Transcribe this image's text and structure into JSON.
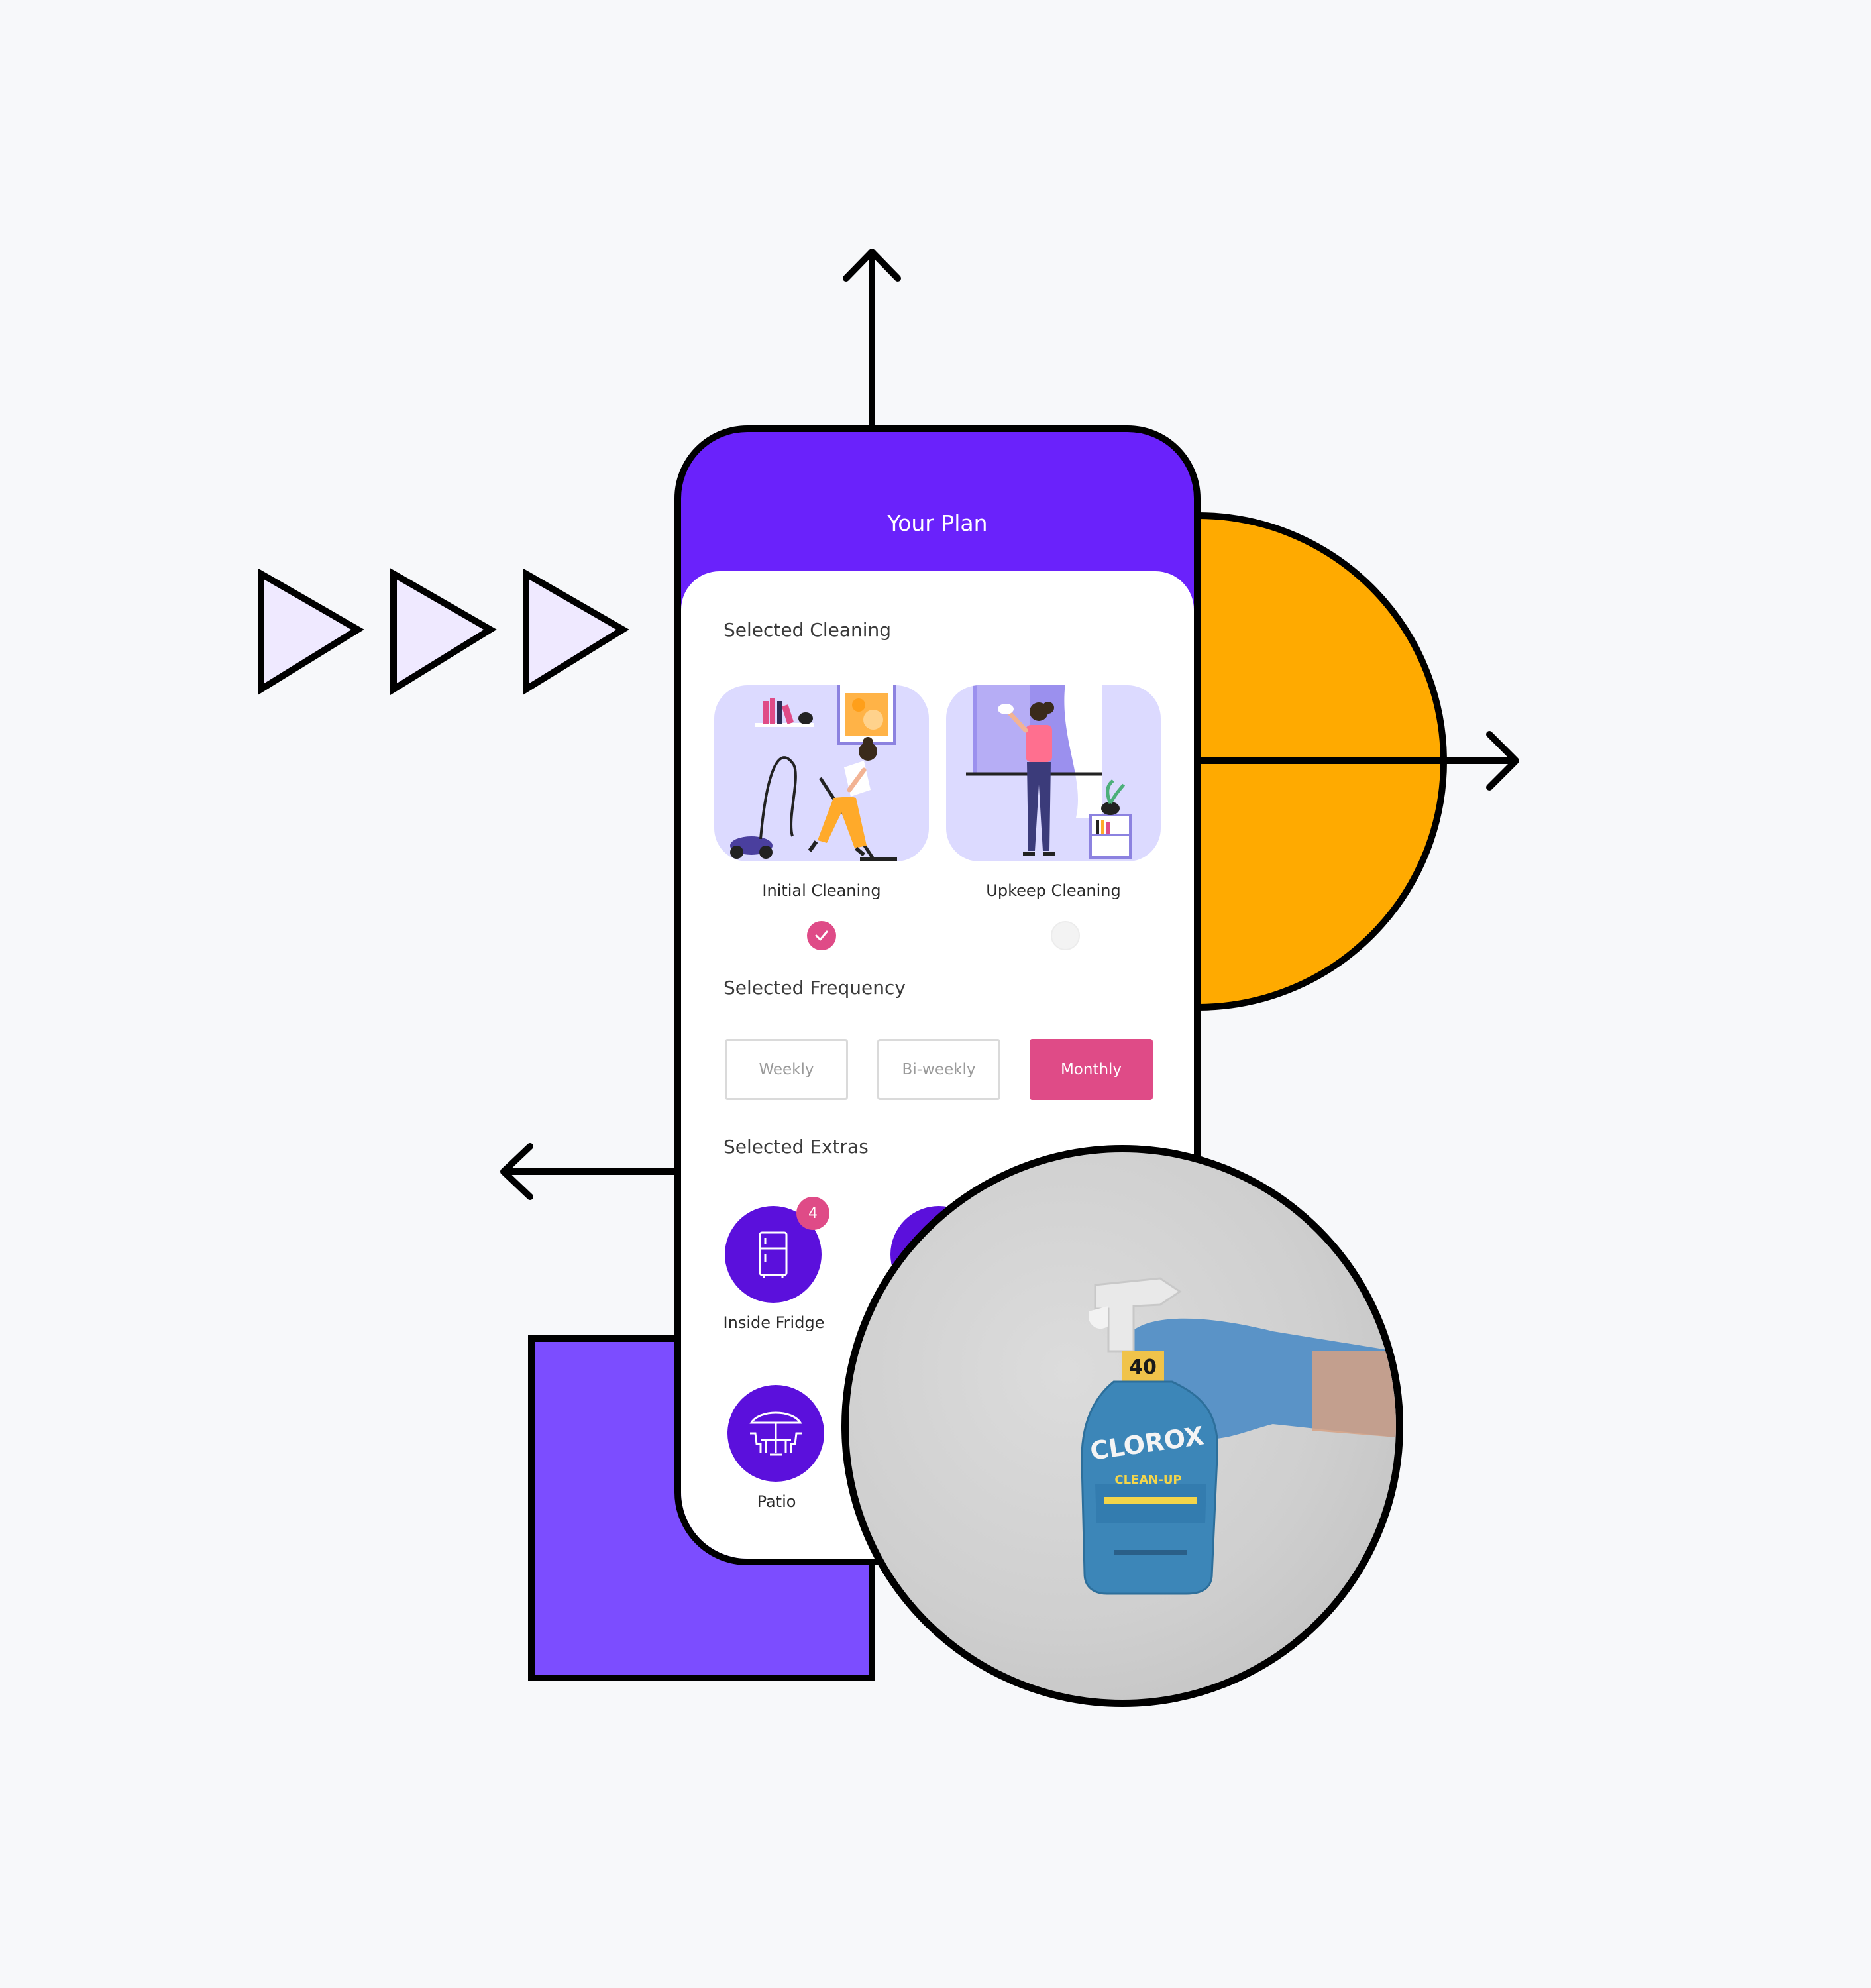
{
  "app": {
    "title": "Your Plan"
  },
  "sections": {
    "cleaning_label": "Selected Cleaning",
    "frequency_label": "Selected Frequency",
    "extras_label": "Selected Extras"
  },
  "cleaning_options": [
    {
      "label": "Initial Cleaning",
      "selected": true
    },
    {
      "label": "Upkeep Cleaning",
      "selected": false
    }
  ],
  "frequency_options": [
    {
      "label": "Weekly",
      "selected": false
    },
    {
      "label": "Bi-weekly",
      "selected": false
    },
    {
      "label": "Monthly",
      "selected": true
    }
  ],
  "extras": [
    {
      "label": "Inside Fridge",
      "icon": "fridge-icon",
      "badge": "4"
    },
    {
      "label": "Patio",
      "icon": "patio-icon"
    }
  ],
  "photo": {
    "brand_text": "CLOROX",
    "badge_number": "40",
    "product_line": "CLEAN-UP"
  },
  "colors": {
    "header_purple": "#6a22fb",
    "accent_pink": "#df4b87",
    "extras_purple": "#5b10dc",
    "orange": "#ffaa00",
    "square_purple": "#7c4dff",
    "triangle_fill": "#efe9ff",
    "card_lavender": "#dcdaff"
  }
}
